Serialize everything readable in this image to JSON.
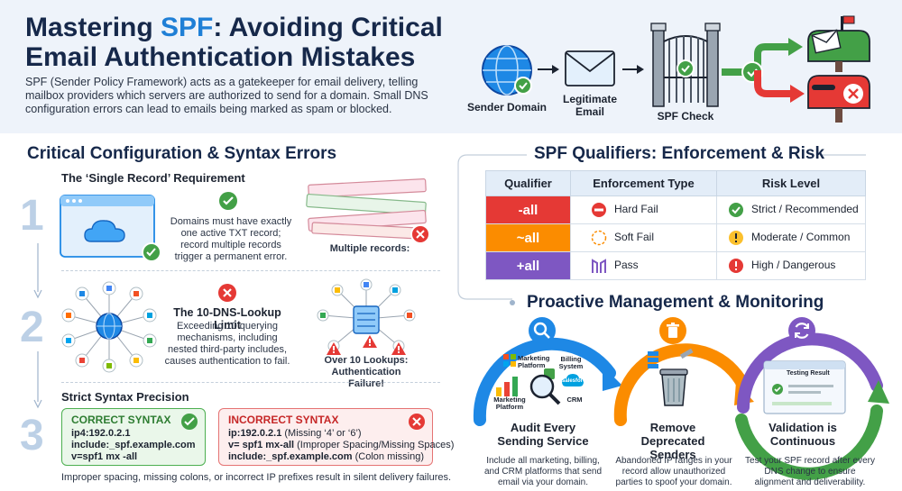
{
  "header": {
    "title_pre": "Mastering ",
    "title_accent": "SPF",
    "title_post": ": Avoiding Critical Email Authentication Mistakes",
    "intro": "SPF (Sender Policy Framework) acts as a gatekeeper for email delivery, telling mailbox providers which servers are authorized to send for a domain. Small DNS configuration errors can lead to emails being marked as spam or blocked."
  },
  "flow": {
    "sender": "Sender Domain",
    "email": "Legitimate Email",
    "check": "SPF Check"
  },
  "config": {
    "title": "Critical Configuration & Syntax Errors",
    "single": {
      "number": "1",
      "title": "The ‘Single Record’ Requirement",
      "desc": "Domains must have exactly one active TXT record; record multiple records trigger a permanent error.",
      "multiple_label": "Multiple records:"
    },
    "lookup": {
      "number": "2",
      "title": "The 10-DNS-Lookup Limit",
      "desc": "Exceeding 10 querying mechanisms, including nested third-party includes, causes authentication to fail.",
      "fail_label": "Over 10 Lookups: Authentication Failure!"
    },
    "syntax": {
      "number": "3",
      "title": "Strict Syntax Precision",
      "correct": {
        "heading": "CORRECT SYNTAX",
        "lines": [
          "ip4:192.0.2.1",
          "include:_spf.example.com",
          "v=spf1 mx -all"
        ]
      },
      "incorrect": {
        "heading": "INCORRECT SYNTAX",
        "line1": "ip:192.0.2.1",
        "line1_note": " (Missing ‘4’ or ‘6’)",
        "line2": "v= spf1 mx-all",
        "line2_note": " (Improper Spacing/Missing Spaces)",
        "line3": "include:_spf.example.com",
        "line3_note": " (Colon missing)"
      },
      "note": "Improper spacing, missing colons, or incorrect IP prefixes result in silent delivery failures."
    }
  },
  "qualifiers": {
    "title": "SPF Qualifiers: Enforcement & Risk",
    "headers": [
      "Qualifier",
      "Enforcement Type",
      "Risk Level"
    ],
    "rows": [
      {
        "q": "-all",
        "type": "Hard Fail",
        "risk": "Strict / Recommended",
        "color": "#e53935"
      },
      {
        "q": "~all",
        "type": "Soft Fail",
        "risk": "Moderate / Common",
        "color": "#fb8c00"
      },
      {
        "q": "+all",
        "type": "Pass",
        "risk": "High / Dangerous",
        "color": "#7e57c2"
      }
    ]
  },
  "proactive": {
    "title": "Proactive Management & Monitoring",
    "audit": {
      "title": "Audit Every Sending Service",
      "desc": "Include all marketing, billing, and CRM platforms that send email via your domain.",
      "labels": {
        "marketing_platform": "Marketing Platform",
        "billing": "Billing System",
        "marketing_platform_2": "Marketing Platform",
        "salesforce": "salesforce",
        "crm": "CRM"
      }
    },
    "remove": {
      "title": "Remove Deprecated Senders",
      "desc": "Abandoned IP ranges in your record allow unauthorized parties to spoof your domain."
    },
    "validate": {
      "title": "Validation is Continuous",
      "desc": "Test your SPF record after every DNS change to ensure alignment and deliverability.",
      "result": "Testing Result"
    }
  },
  "colors": {
    "navy": "#16284a",
    "accent": "#1f7fd6",
    "green": "#43a047",
    "red": "#e53935",
    "orange": "#fb8c00",
    "purple": "#7e57c2",
    "blue": "#1e88e5"
  }
}
